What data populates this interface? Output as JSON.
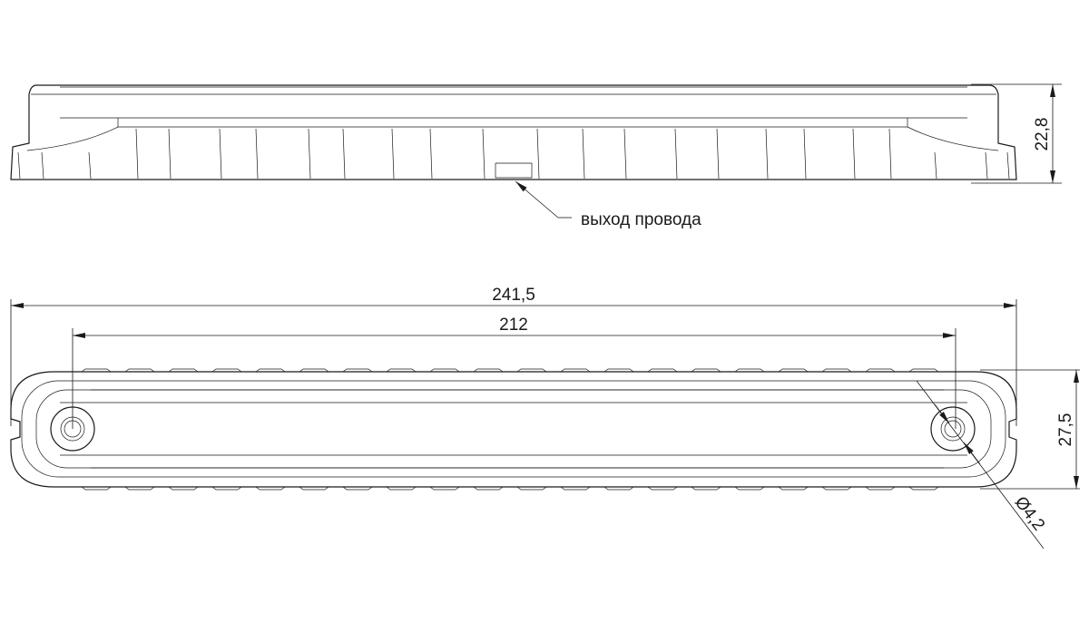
{
  "labels": {
    "height_top": "22,8",
    "wire_exit": "выход провода",
    "overall_length": "241,5",
    "hole_spacing": "212",
    "width": "27,5",
    "hole_diameter": "Ø4,2"
  }
}
